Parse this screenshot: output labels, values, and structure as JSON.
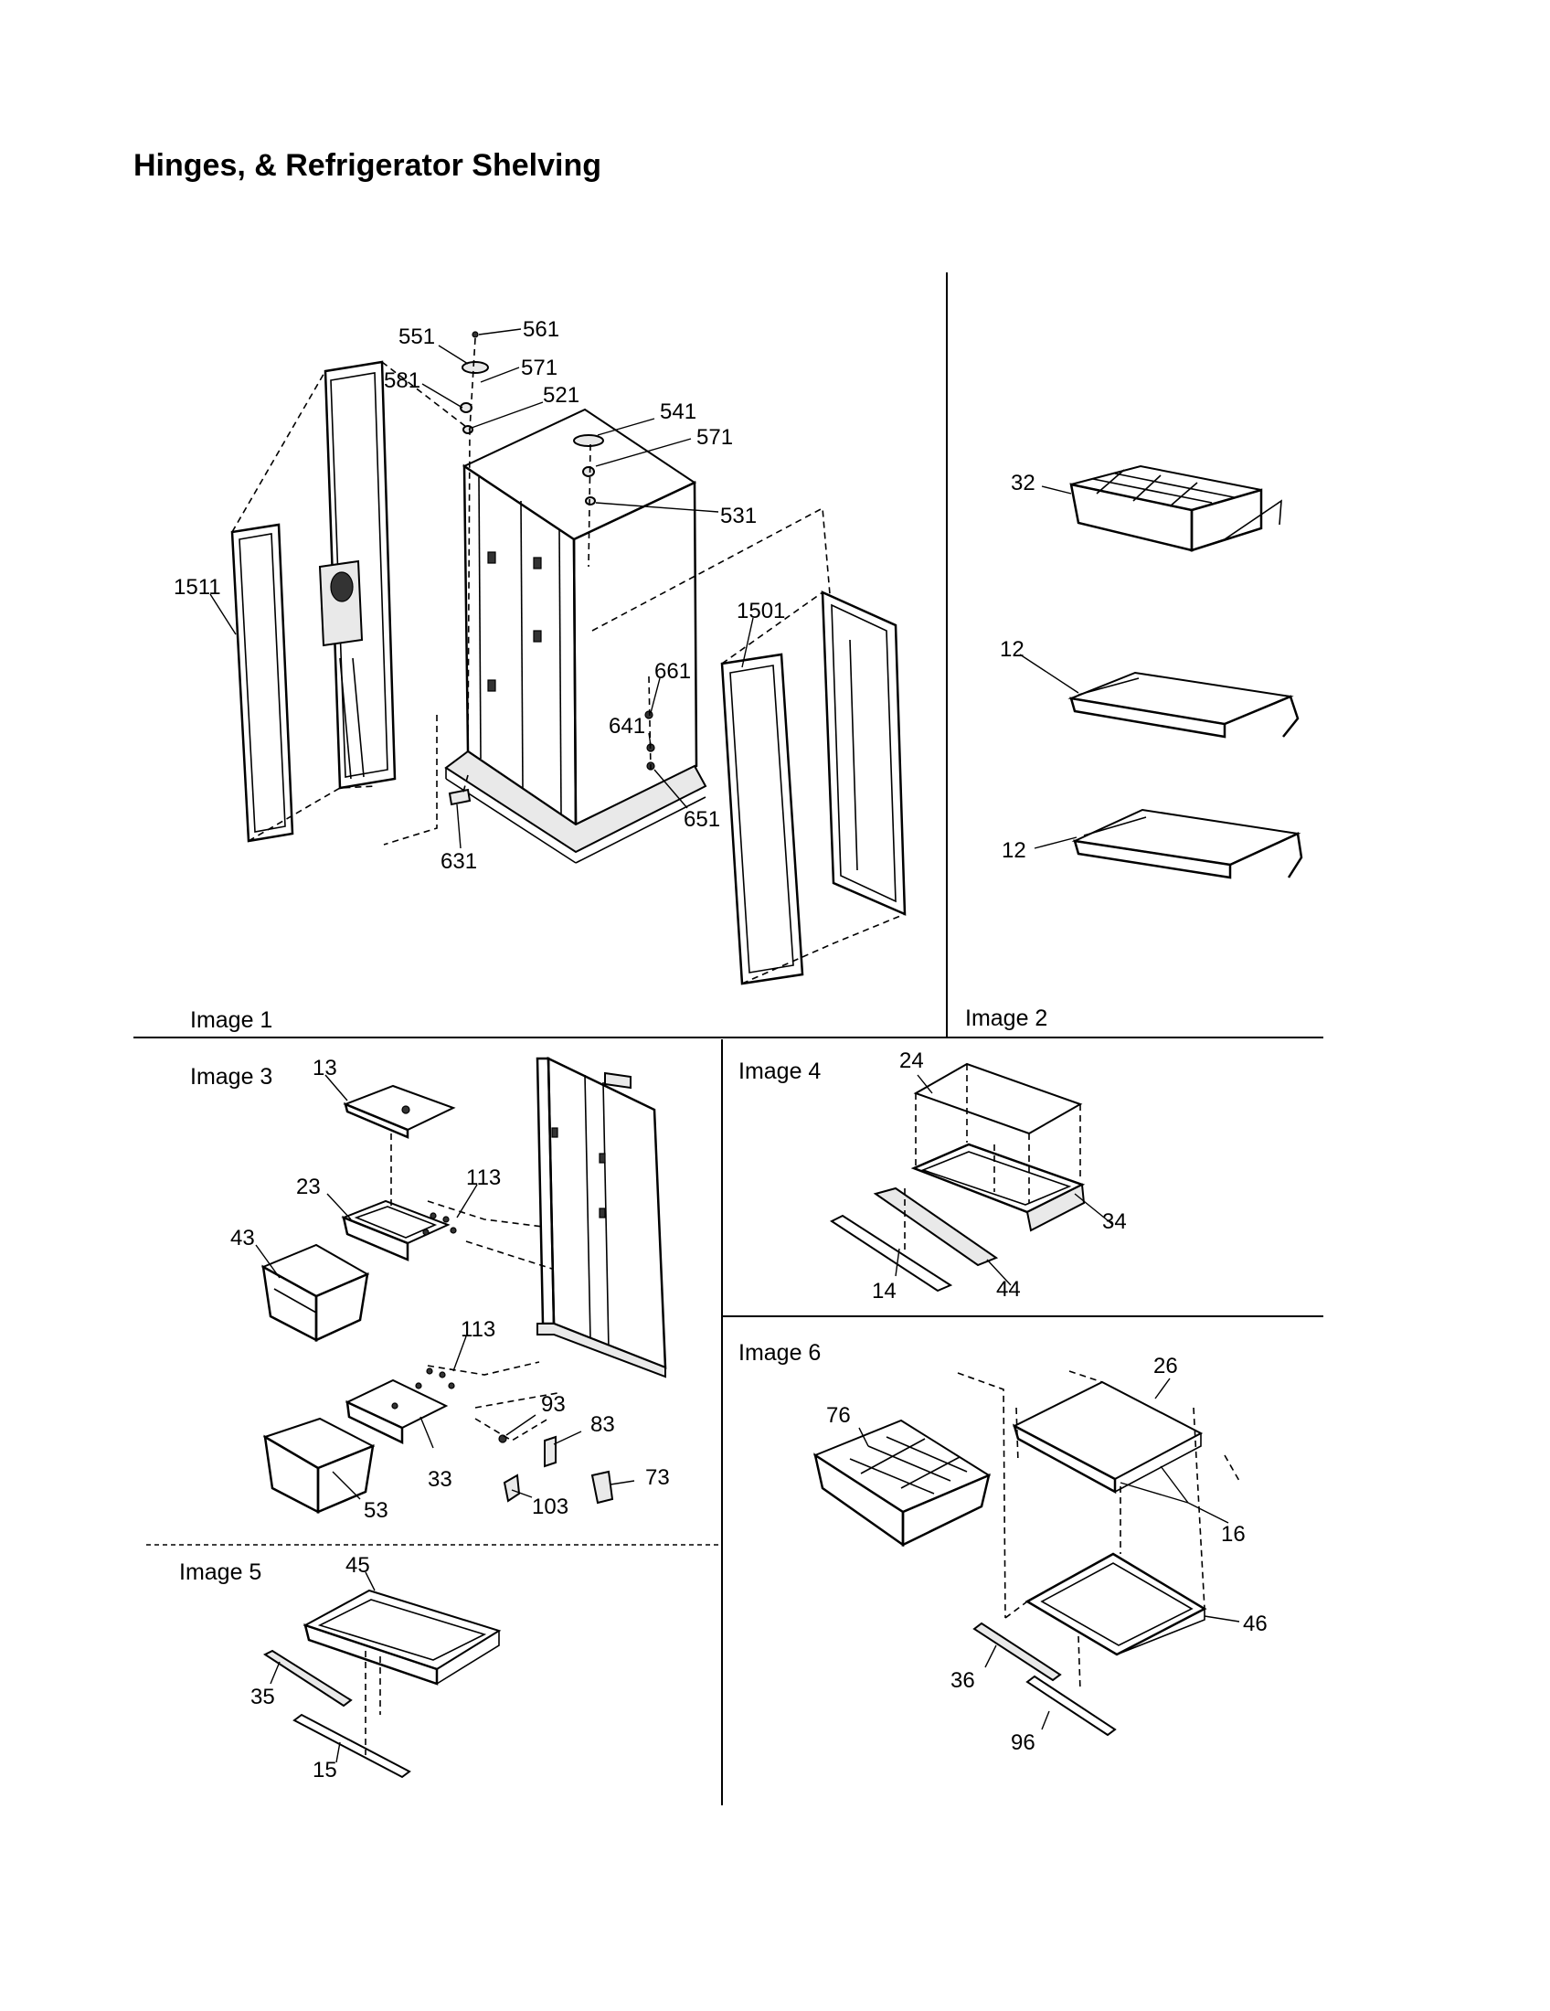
{
  "title": "Hinges, & Refrigerator Shelving",
  "panels": {
    "image1": "Image 1",
    "image2": "Image 2",
    "image3": "Image 3",
    "image4": "Image 4",
    "image5": "Image 5",
    "image6": "Image 6"
  },
  "parts": {
    "p561": "561",
    "p551": "551",
    "p571a": "571",
    "p581": "581",
    "p521": "521",
    "p541": "541",
    "p571b": "571",
    "p531": "531",
    "p1511": "1511",
    "p1501": "1501",
    "p661": "661",
    "p641": "641",
    "p651": "651",
    "p631": "631",
    "p32": "32",
    "p12a": "12",
    "p12b": "12",
    "p13": "13",
    "p23": "23",
    "p113a": "113",
    "p43": "43",
    "p113b": "113",
    "p93": "93",
    "p83": "83",
    "p33": "33",
    "p73": "73",
    "p53": "53",
    "p103": "103",
    "p24": "24",
    "p34": "34",
    "p14": "14",
    "p44": "44",
    "p45": "45",
    "p35": "35",
    "p15": "15",
    "p26": "26",
    "p76": "76",
    "p16": "16",
    "p46": "46",
    "p36": "36",
    "p96": "96"
  }
}
